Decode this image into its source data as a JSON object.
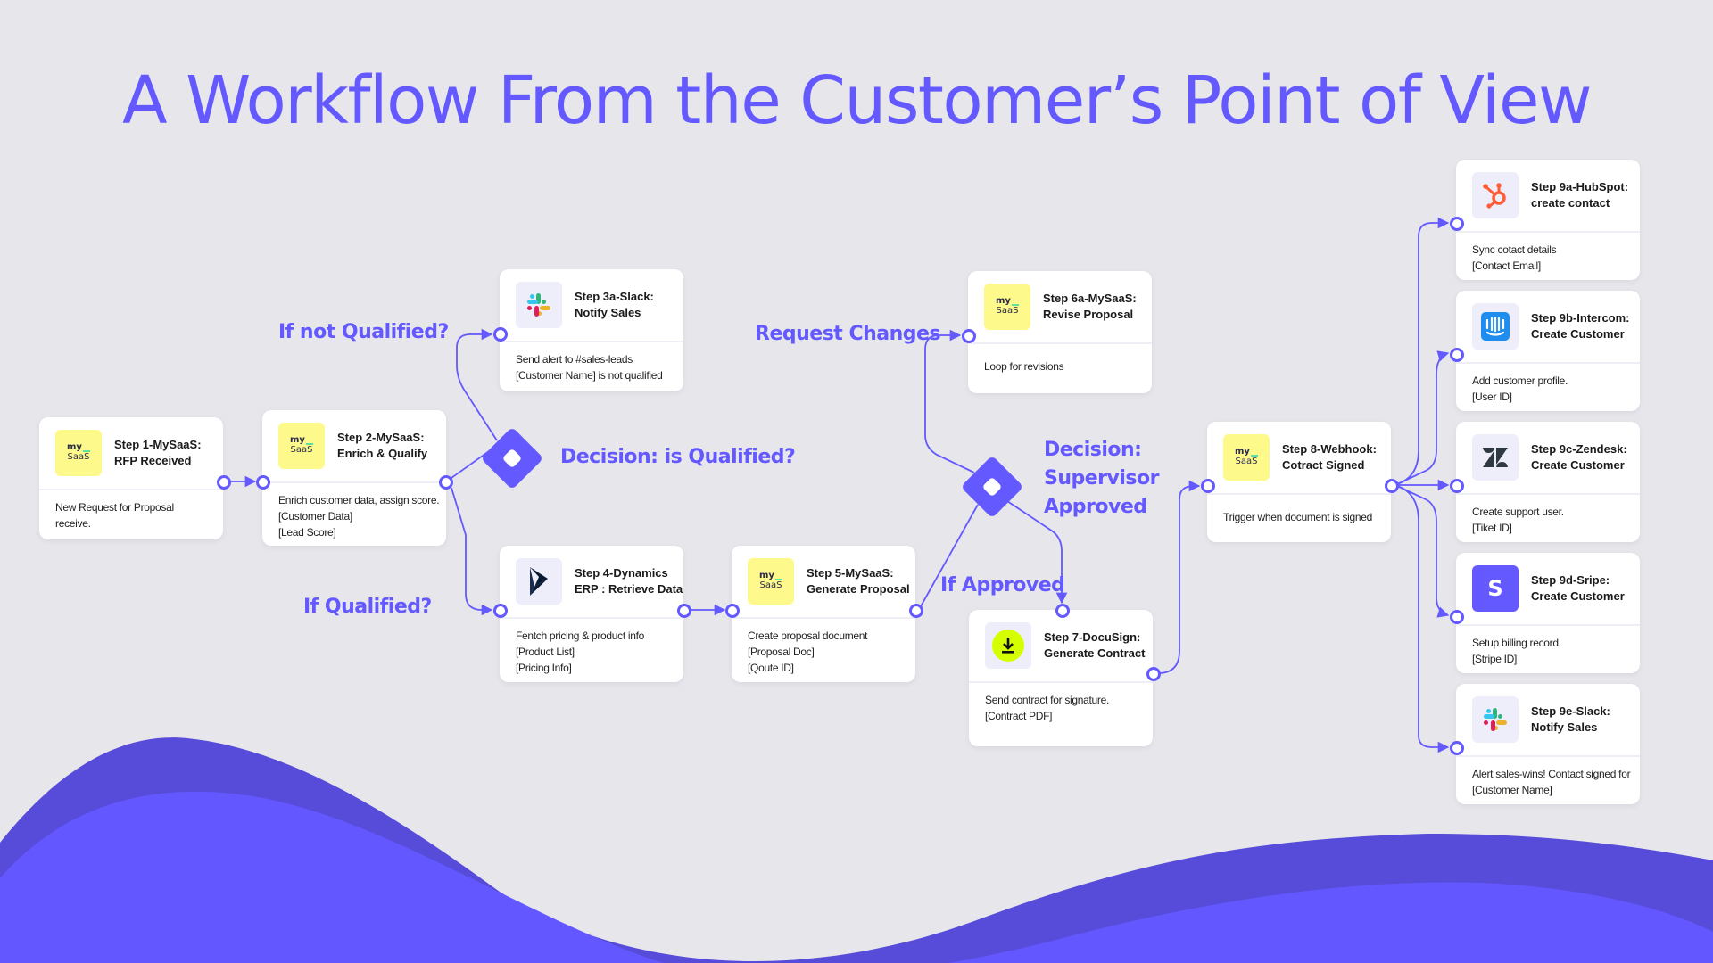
{
  "title": "A Workflow From the Customer’s Point of View",
  "colors": {
    "accent": "#6359FF",
    "background": "#E6E6EB",
    "wave_back": "#574BD9",
    "wave_front": "#6358FF",
    "mysaas_logo_bg": "#FDF98B"
  },
  "labels": {
    "if_not_qualified": "If not Qualified?",
    "decision_qualified": "Decision: is Qualified?",
    "if_qualified": "If Qualified?",
    "request_changes": "Request Changes",
    "decision_supervisor_line1": "Decision:",
    "decision_supervisor_line2": "Supervisor",
    "decision_supervisor_line3": "Approved",
    "if_approved": "If Approved"
  },
  "steps": {
    "s1": {
      "icon": "mysaas-logo",
      "title1": "Step 1-MySaaS:",
      "title2": "RFP Received",
      "lines": [
        "New Request for Proposal",
        "receive."
      ]
    },
    "s2": {
      "icon": "mysaas-logo",
      "title1": "Step 2-MySaaS:",
      "title2": "Enrich & Qualify",
      "lines": [
        "Enrich customer data, assign score.",
        "[Customer Data]",
        "[Lead Score]"
      ]
    },
    "s3a": {
      "icon": "slack-logo",
      "title1": "Step 3a-Slack:",
      "title2": "Notify Sales",
      "lines": [
        "Send alert to #sales-leads",
        "[Customer Name] is not qualified"
      ]
    },
    "s4": {
      "icon": "dynamics-logo",
      "title1": "Step 4-Dynamics",
      "title2": "ERP : Retrieve Data",
      "lines": [
        "Fentch pricing & product info",
        "[Product List]",
        "[Pricing Info]"
      ]
    },
    "s5": {
      "icon": "mysaas-logo",
      "title1": "Step 5-MySaaS:",
      "title2": "Generate Proposal",
      "lines": [
        "Create proposal document",
        "[Proposal Doc]",
        "[Qoute ID]"
      ]
    },
    "s6a": {
      "icon": "mysaas-logo",
      "title1": "Step 6a-MySaaS:",
      "title2": "Revise Proposal",
      "lines": [
        "Loop for revisions"
      ]
    },
    "s7": {
      "icon": "docusign-logo",
      "title1": "Step 7-DocuSign:",
      "title2": "Generate Contract",
      "lines": [
        "Send contract for signature.",
        "[Contract PDF]"
      ]
    },
    "s8": {
      "icon": "mysaas-logo",
      "title1": "Step 8-Webhook:",
      "title2": "Cotract Signed",
      "lines": [
        "Trigger when document is signed"
      ]
    },
    "s9a": {
      "icon": "hubspot-logo",
      "title1": "Step 9a-HubSpot:",
      "title2": "create contact",
      "lines": [
        "Sync cotact details",
        "[Contact Email]"
      ]
    },
    "s9b": {
      "icon": "intercom-logo",
      "title1": "Step 9b-Intercom:",
      "title2": "Create Customer",
      "lines": [
        "Add customer profile.",
        "[User ID]"
      ]
    },
    "s9c": {
      "icon": "zendesk-logo",
      "title1": "Step 9c-Zendesk:",
      "title2": "Create Customer",
      "lines": [
        "Create support user.",
        "[Tiket ID]"
      ]
    },
    "s9d": {
      "icon": "stripe-logo",
      "title1": "Step 9d-Sripe:",
      "title2": "Create Customer",
      "lines": [
        "Setup billing record.",
        "[Stripe ID]"
      ]
    },
    "s9e": {
      "icon": "slack-logo",
      "title1": "Step 9e-Slack:",
      "title2": "Notify Sales",
      "lines": [
        "Alert sales-wins! Contact signed for",
        "[Customer Name]"
      ]
    }
  },
  "mysaas_logo": {
    "top": "my",
    "bottom": "SaaS"
  },
  "stripe_logo_letter": "S"
}
